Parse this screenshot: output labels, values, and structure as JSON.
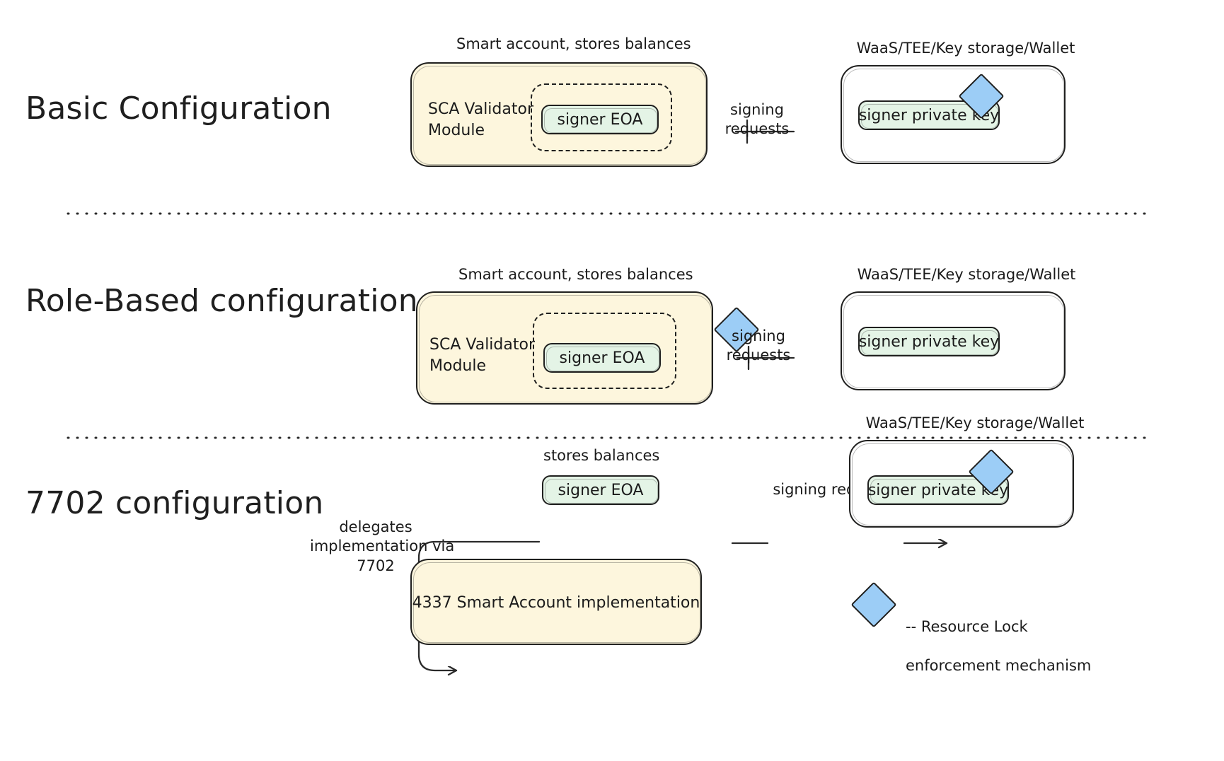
{
  "diagram": {
    "title_rows": [
      {
        "id": "basic",
        "label": "Basic Configuration"
      },
      {
        "id": "role-based",
        "label": "Role-Based configuration"
      },
      {
        "id": "eip7702",
        "label": "7702 configuration"
      }
    ],
    "colors": {
      "cream_fill": "#FDF6DD",
      "green_fill": "#E4F4E6",
      "diamond_fill": "#9CCDF6",
      "stroke": "#20201F",
      "background": "#FFFFFF"
    },
    "row_basic": {
      "account_caption": "Smart account, stores balances",
      "module_label": "SCA Validator\nModule",
      "module_label_line1": "SCA Validator",
      "module_label_line2": "Module",
      "signer_box": "signer EOA",
      "edge_label_line1": "signing",
      "edge_label_line2": "requests",
      "keystore_caption": "WaaS/TEE/Key storage/Wallet",
      "key_box": "signer private key",
      "lock_icon": "resource-lock-diamond"
    },
    "row_role_based": {
      "account_caption": "Smart account, stores balances",
      "module_label_line1": "SCA Validator",
      "module_label_line2": "Module",
      "signer_box": "signer EOA",
      "edge_label_line1": "signing",
      "edge_label_line2": "requests",
      "keystore_caption": "WaaS/TEE/Key storage/Wallet",
      "key_box": "signer private key",
      "lock_icon": "resource-lock-diamond"
    },
    "row_7702": {
      "eoa_caption": "stores balances",
      "signer_box": "signer EOA",
      "edge_label": "signing requests",
      "keystore_caption": "WaaS/TEE/Key storage/Wallet",
      "key_box": "signer private key",
      "delegation_label_line1": "delegates",
      "delegation_label_line2": "implementation via",
      "delegation_label_line3": "7702",
      "implementation_box": "4337 Smart Account implementation",
      "lock_icon": "resource-lock-diamond"
    },
    "legend": {
      "symbol": "resource-lock-diamond",
      "text_line1": "-- Resource Lock",
      "text_line2": "enforcement mechanism"
    }
  }
}
